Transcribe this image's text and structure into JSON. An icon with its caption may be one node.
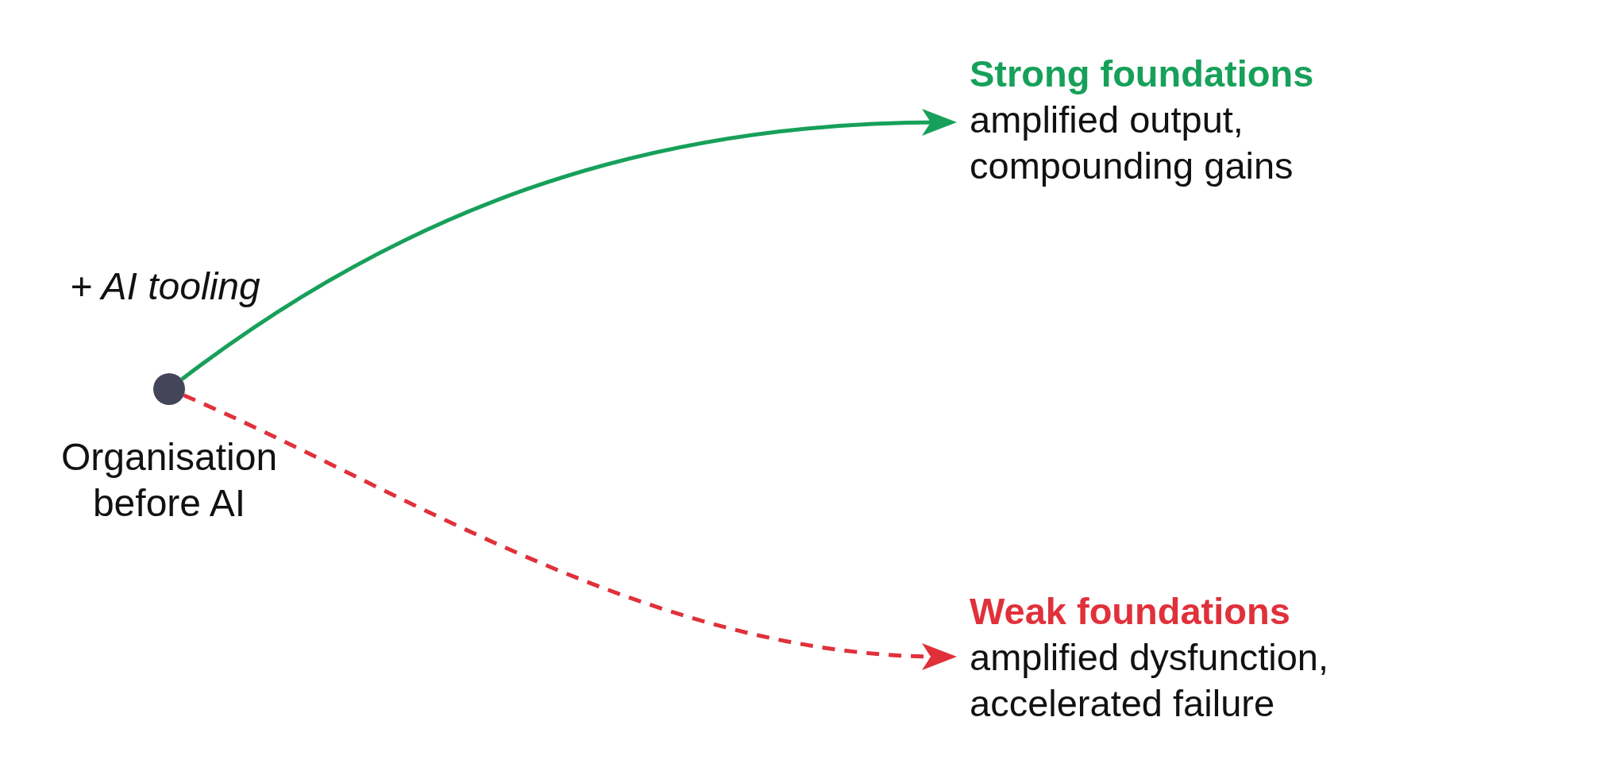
{
  "diagram": {
    "nodes": [
      {
        "text": [],
        "shape": "circle",
        "beside": [
          "Organisation before AI"
        ]
      },
      {
        "text": [
          "Strong foundations",
          "amplified output, compounding gains"
        ]
      },
      {
        "text": [
          "Weak foundations",
          "amplified dysfunction, accelerated failure"
        ]
      }
    ],
    "edges": [
      {
        "from": 0,
        "to": 1,
        "arrow": "to",
        "color": "#17a05a"
      },
      {
        "from": 0,
        "to": 2,
        "arrow": "to",
        "style": "dashed",
        "color": "#e0313b"
      }
    ],
    "labels": [
      "+ AI tooling"
    ]
  }
}
